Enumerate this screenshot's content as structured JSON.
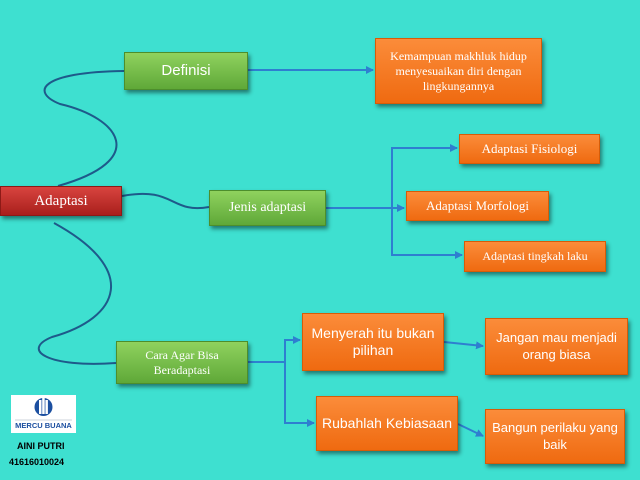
{
  "diagram": {
    "root": {
      "label": "Adaptasi"
    },
    "branches": {
      "definisi": {
        "label": "Definisi",
        "detail": "Kemampuan makhluk hidup menyesuaikan diri dengan lingkungannya"
      },
      "jenis": {
        "label": "Jenis adaptasi",
        "items": [
          "Adaptasi Fisiologi",
          "Adaptasi Morfologi",
          "Adaptasi tingkah laku"
        ]
      },
      "cara": {
        "label": "Cara Agar Bisa Beradaptasi",
        "steps": [
          {
            "label": "Menyerah itu bukan pilihan",
            "result": "Jangan mau menjadi orang biasa"
          },
          {
            "label": "Rubahlah Kebiasaan",
            "result": "Bangun perilaku yang baik"
          }
        ]
      }
    }
  },
  "footer": {
    "logo_text": "MERCU BUANA",
    "author_name": "AINI PUTRI",
    "author_id": "41616010024"
  },
  "colors": {
    "background": "#3ee0d0",
    "green_box": "#72bb46",
    "red_box": "#c0302c",
    "orange_box": "#f47a22",
    "connector_curve": "#1e5a8a",
    "connector_arrow": "#2e7fd0"
  }
}
